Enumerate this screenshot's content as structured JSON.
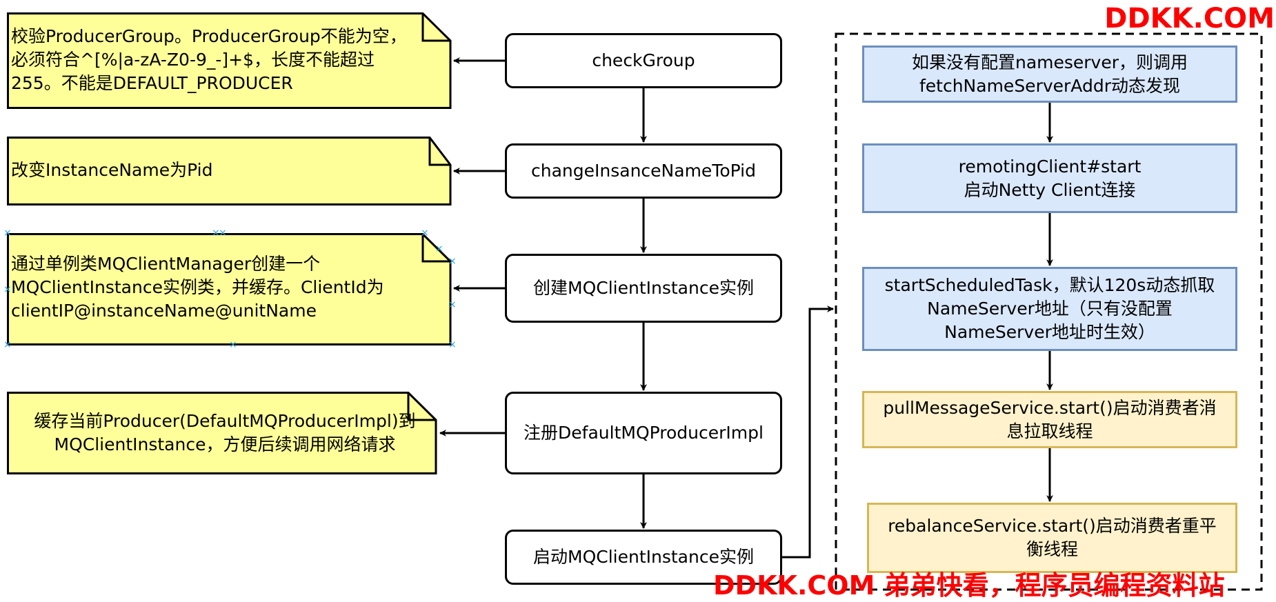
{
  "flow": [
    {
      "id": "checkGroup",
      "label": "checkGroup"
    },
    {
      "id": "changeName",
      "label": "changeInsanceNameToPid"
    },
    {
      "id": "create",
      "label": "创建MQClientInstance实例"
    },
    {
      "id": "register",
      "label": "注册DefaultMQProducerImpl"
    },
    {
      "id": "start",
      "label": "启动MQClientInstance实例"
    }
  ],
  "notes": [
    {
      "text": "校验ProducerGroup。ProducerGroup不能为空，\n必须符合^[%|a-zA-Z0-9_-]+$，长度不能超过\n255。不能是DEFAULT_PRODUCER"
    },
    {
      "text": "改变InstanceName为Pid"
    },
    {
      "text": "通过单例类MQClientManager创建一个\nMQClientInstance实例类，并缓存。ClientId为\nclientIP@instanceName@unitName"
    },
    {
      "text": "缓存当前Producer(DefaultMQProducerImpl)到\nMQClientInstance，方便后续调用网络请求"
    }
  ],
  "steps": [
    {
      "text": "如果没有配置nameserver，则调用\nfetchNameServerAddr动态发现",
      "style": "blue"
    },
    {
      "text": "remotingClient#start\n启动Netty Client连接",
      "style": "blue"
    },
    {
      "text": "startScheduledTask，默认120s动态抓取\nNameServer地址（只有没配置\nNameServer地址时生效）",
      "style": "blue"
    },
    {
      "text": "pullMessageService.start()启动消费者消\n息拉取线程",
      "style": "yellow"
    },
    {
      "text": "rebalanceService.start()启动消费者重平\n衡线程",
      "style": "yellow"
    }
  ],
  "watermarks": {
    "top": "DDKK.COM",
    "bottom": "DDKK.COM 弟弟快看，程序员编程资料站"
  },
  "colors": {
    "note_fill": "#ffff99",
    "blue_fill": "#dae8fc",
    "blue_stroke": "#6c8ebf",
    "yellow_fill": "#fff2cc",
    "yellow_stroke": "#d6b656",
    "watermark": "#ff0000",
    "handle": "#29a3e8"
  }
}
